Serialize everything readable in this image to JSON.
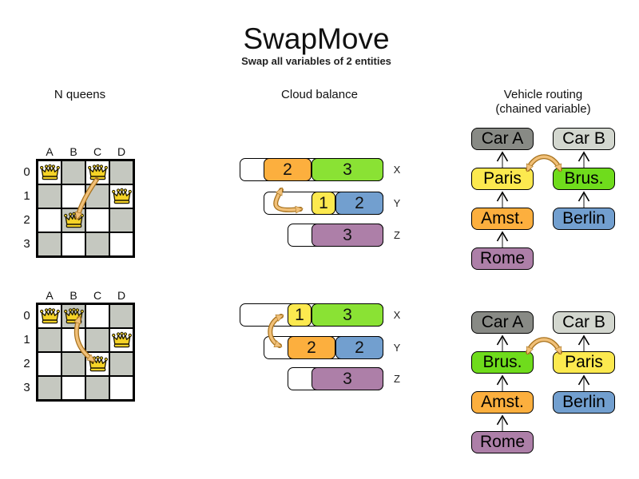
{
  "title": "SwapMove",
  "subtitle": "Swap all variables of 2 entities",
  "sections": {
    "nqueens_label": "N queens",
    "cloud_label": "Cloud balance",
    "vehicle_label": "Vehicle routing",
    "vehicle_sublabel": "(chained variable)"
  },
  "nqueens": {
    "col_headers": [
      "A",
      "B",
      "C",
      "D"
    ],
    "row_headers": [
      "0",
      "1",
      "2",
      "3"
    ],
    "before": {
      "queens": [
        "A0",
        "C0",
        "D1",
        "B2"
      ],
      "swapped_cells": [
        "C0",
        "B2"
      ]
    },
    "after": {
      "queens": [
        "A0",
        "B0",
        "D1",
        "C2"
      ],
      "swapped_cells": [
        "B0",
        "C2"
      ]
    }
  },
  "cloud_balance": {
    "computer_labels": [
      "X",
      "Y",
      "Z"
    ],
    "capacities": [
      6,
      5,
      4
    ],
    "before": [
      [
        {
          "value": "2",
          "color": "#fcaf3e"
        },
        {
          "value": "3",
          "color": "#8ae234"
        }
      ],
      [
        {
          "value": "1",
          "color": "#fce94f"
        },
        {
          "value": "2",
          "color": "#729fcf"
        }
      ],
      [
        {
          "value": "3",
          "color": "#ad7fa8"
        }
      ]
    ],
    "after": [
      [
        {
          "value": "1",
          "color": "#fce94f"
        },
        {
          "value": "3",
          "color": "#8ae234"
        }
      ],
      [
        {
          "value": "2",
          "color": "#fcaf3e"
        },
        {
          "value": "2",
          "color": "#729fcf"
        }
      ],
      [
        {
          "value": "3",
          "color": "#ad7fa8"
        }
      ]
    ]
  },
  "vehicle_routing": {
    "before": {
      "left_chain": [
        {
          "label": "Car A",
          "color": "#888a85"
        },
        {
          "label": "Paris",
          "color": "#fce94f"
        },
        {
          "label": "Amst.",
          "color": "#fcaf3e"
        },
        {
          "label": "Rome",
          "color": "#ad7fa8"
        }
      ],
      "right_chain": [
        {
          "label": "Car B",
          "color": "#d3d7cf"
        },
        {
          "label": "Brus.",
          "color": "#6fdc1c"
        },
        {
          "label": "Berlin",
          "color": "#729fcf"
        }
      ]
    },
    "after": {
      "left_chain": [
        {
          "label": "Car A",
          "color": "#888a85"
        },
        {
          "label": "Brus.",
          "color": "#6fdc1c"
        },
        {
          "label": "Amst.",
          "color": "#fcaf3e"
        },
        {
          "label": "Rome",
          "color": "#ad7fa8"
        }
      ],
      "right_chain": [
        {
          "label": "Car B",
          "color": "#d3d7cf"
        },
        {
          "label": "Paris",
          "color": "#fce94f"
        },
        {
          "label": "Berlin",
          "color": "#729fcf"
        }
      ]
    }
  },
  "palette": {
    "swap_arrow_fill": "#f1c078",
    "swap_arrow_stroke": "#a8731f",
    "board_dark_cell": "#c5c8c0",
    "queen_gold": "#f5d327",
    "connector_line": "#8a8a8a"
  }
}
